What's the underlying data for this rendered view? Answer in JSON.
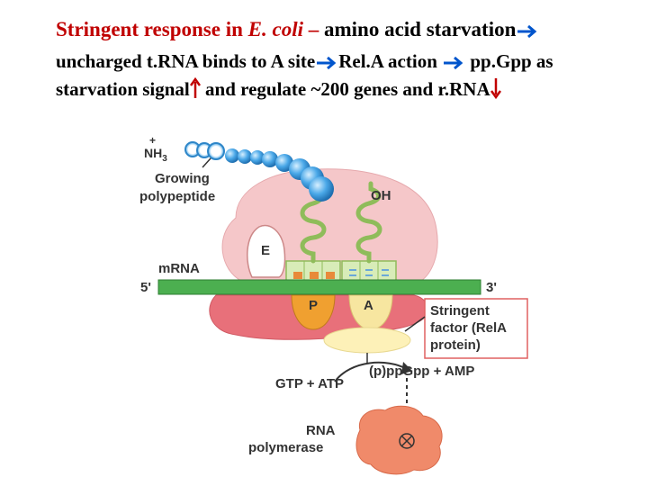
{
  "title": {
    "part1": "Stringent response in ",
    "part2": "E. coli",
    "part3": " – ",
    "part4": "amino acid starvation"
  },
  "line2": {
    "part1": "uncharged t.RNA binds to A site",
    "part2": "Rel.A action ",
    "part3": " pp.Gpp as"
  },
  "line3": {
    "part1": "starvation signal",
    "part2": " and regulate ~200 genes and r.RNA"
  },
  "labels": {
    "nh3_plus": "+",
    "nh3": "NH",
    "nh3_sub": "3",
    "growing1": "Growing",
    "growing2": "polypeptide",
    "oh": "OH",
    "e_site": "E",
    "mrna": "mRNA",
    "five_prime": "5'",
    "three_prime": "3'",
    "p_site": "P",
    "a_site": "A",
    "stringent1": "Stringent",
    "stringent2": "factor (RelA",
    "stringent3": "protein)",
    "gtp": "GTP + ATP",
    "ppgpp": "(p)ppGpp + AMP",
    "rnapol1": "RNA",
    "rnapol2": "polymerase"
  },
  "colors": {
    "title_red": "#c00000",
    "arrow_blue": "#0055cc",
    "ribosome_large": "#f5c7c9",
    "ribosome_small": "#e8707a",
    "mrna_green": "#4caf50",
    "trna_green": "#8fbc5a",
    "bead_blue": "#4aa8e8",
    "p_site_orange": "#f0a030",
    "a_site_yellow": "#f7e6a0",
    "relA_box": "#e06060",
    "rnapol_salmon": "#f08a6a"
  }
}
